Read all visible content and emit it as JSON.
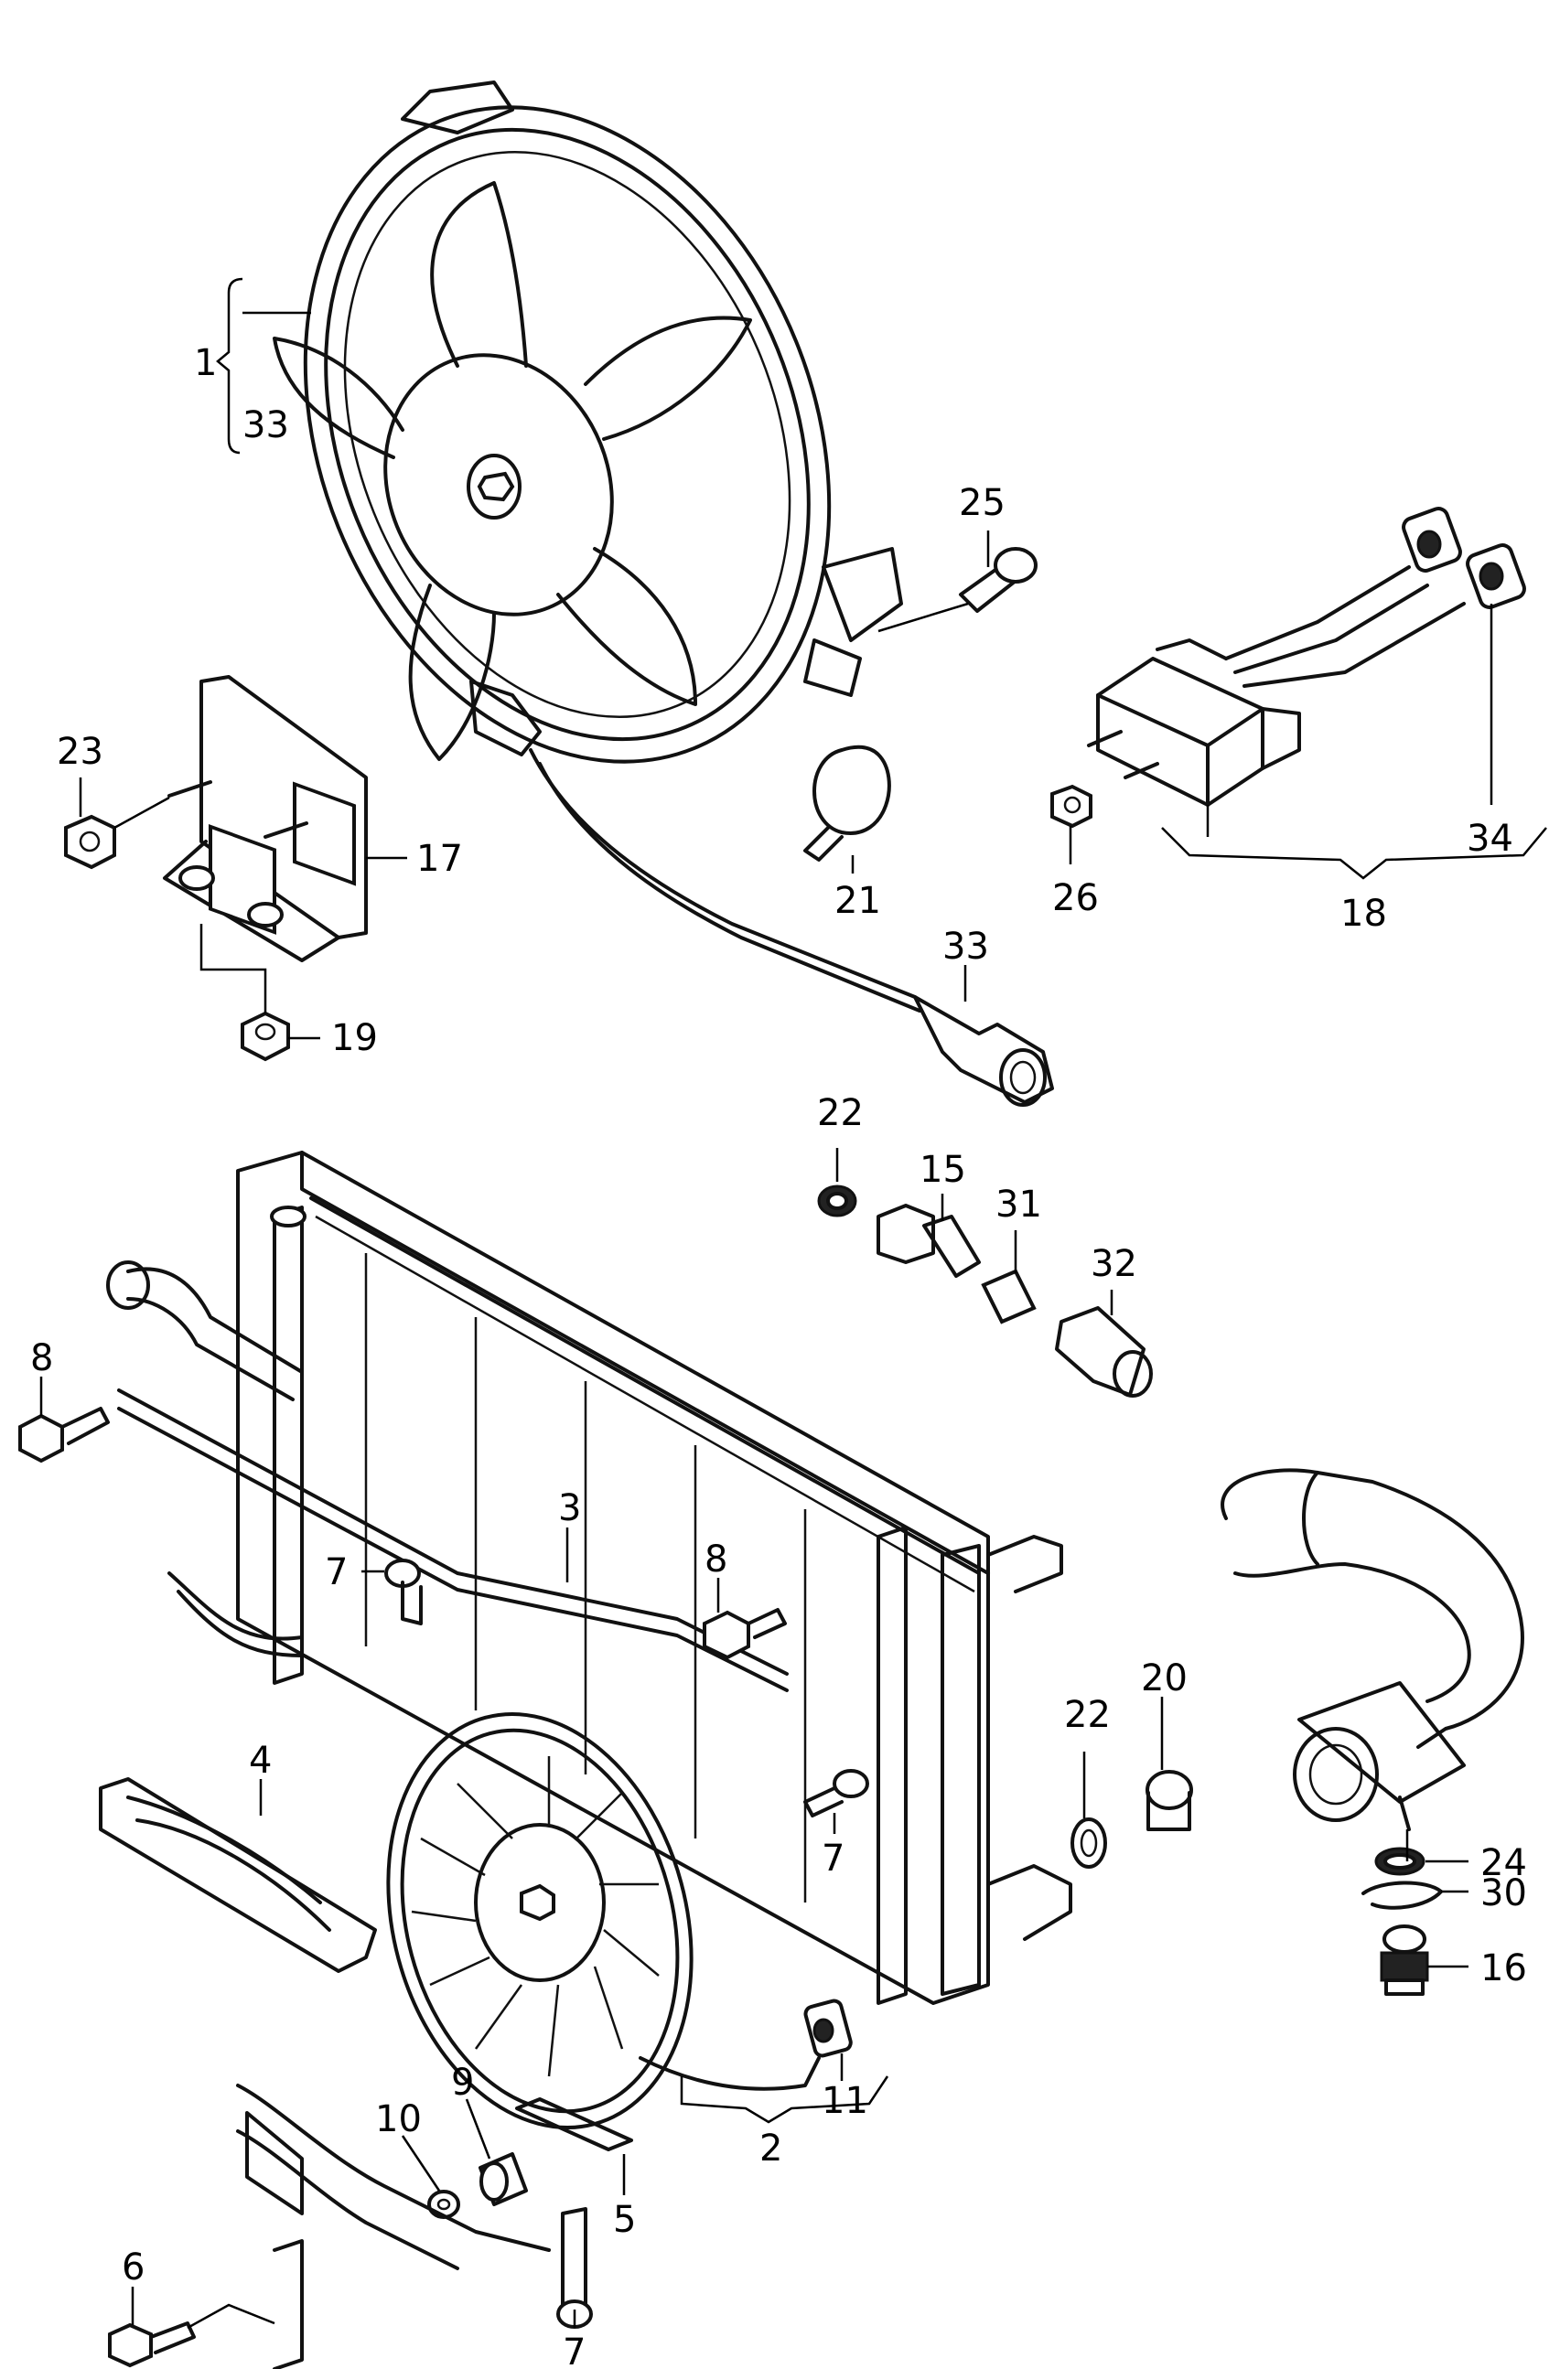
{
  "callouts": [
    {
      "id": "c1",
      "text": "1"
    },
    {
      "id": "c33a",
      "text": "33"
    },
    {
      "id": "c25",
      "text": "25"
    },
    {
      "id": "c23",
      "text": "23"
    },
    {
      "id": "c17",
      "text": "17"
    },
    {
      "id": "c19",
      "text": "19"
    },
    {
      "id": "c21",
      "text": "21"
    },
    {
      "id": "c33b",
      "text": "33"
    },
    {
      "id": "c26",
      "text": "26"
    },
    {
      "id": "c18",
      "text": "18"
    },
    {
      "id": "c34",
      "text": "34"
    },
    {
      "id": "c22a",
      "text": "22"
    },
    {
      "id": "c15",
      "text": "15"
    },
    {
      "id": "c31",
      "text": "31"
    },
    {
      "id": "c32",
      "text": "32"
    },
    {
      "id": "c8a",
      "text": "8"
    },
    {
      "id": "c3",
      "text": "3"
    },
    {
      "id": "c7a",
      "text": "7"
    },
    {
      "id": "c8b",
      "text": "8"
    },
    {
      "id": "c4",
      "text": "4"
    },
    {
      "id": "c7b",
      "text": "7"
    },
    {
      "id": "c22b",
      "text": "22"
    },
    {
      "id": "c20",
      "text": "20"
    },
    {
      "id": "c24",
      "text": "24"
    },
    {
      "id": "c30",
      "text": "30"
    },
    {
      "id": "c16",
      "text": "16"
    },
    {
      "id": "c11",
      "text": "11"
    },
    {
      "id": "c9",
      "text": "9"
    },
    {
      "id": "c10",
      "text": "10"
    },
    {
      "id": "c2",
      "text": "2"
    },
    {
      "id": "c5",
      "text": "5"
    },
    {
      "id": "c7c",
      "text": "7"
    },
    {
      "id": "c6",
      "text": "6"
    }
  ]
}
